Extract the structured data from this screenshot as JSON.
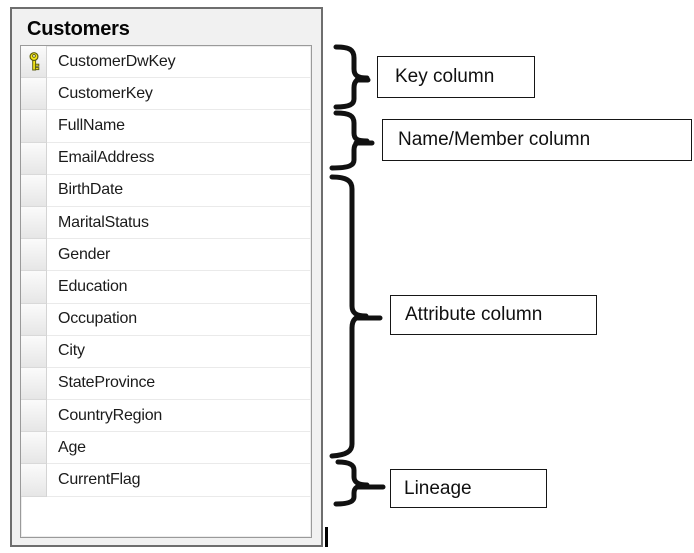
{
  "table": {
    "title": "Customers",
    "key_icon": "key-icon",
    "rows": [
      "CustomerDwKey",
      "CustomerKey",
      "FullName",
      "EmailAddress",
      "BirthDate",
      "MaritalStatus",
      "Gender",
      "Education",
      "Occupation",
      "City",
      "StateProvince",
      "CountryRegion",
      "Age",
      "CurrentFlag"
    ]
  },
  "annotations": [
    {
      "label": "Key column",
      "covers": [
        "CustomerDwKey",
        "CustomerKey"
      ]
    },
    {
      "label": "Name/Member column",
      "covers": [
        "FullName",
        "EmailAddress"
      ]
    },
    {
      "label": "Attribute column",
      "covers": [
        "BirthDate",
        "MaritalStatus",
        "Gender",
        "Education",
        "Occupation",
        "City",
        "StateProvince",
        "CountryRegion",
        "Age"
      ]
    },
    {
      "label": "Lineage",
      "covers": [
        "CurrentFlag"
      ]
    }
  ],
  "colors": {
    "key_icon_yellow": "#f7e817",
    "brace_black": "#111111",
    "panel_border_gray": "#6e6e6e"
  }
}
